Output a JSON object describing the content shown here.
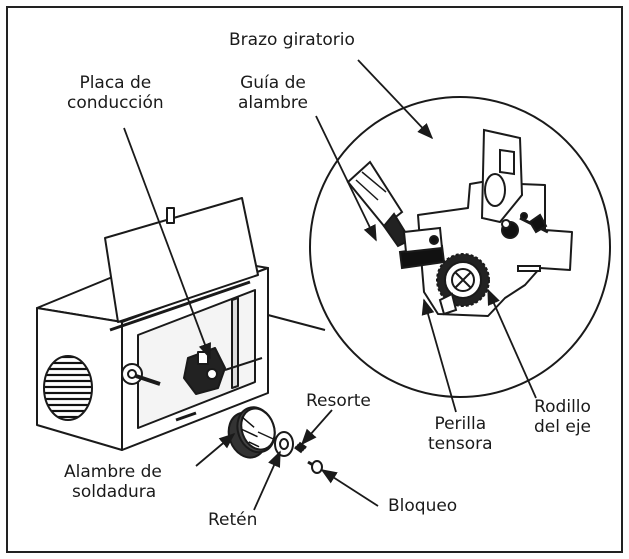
{
  "labels": {
    "swing_arm": "Brazo giratorio",
    "drive_plate": {
      "line1": "Placa de",
      "line2": "conducción"
    },
    "wire_guide": {
      "line1": "Guía de",
      "line2": "alambre"
    },
    "spring": "Resorte",
    "welding_wire": {
      "line1": "Alambre de",
      "line2": "soldadura"
    },
    "retainer": "Retén",
    "lock": "Bloqueo",
    "tension_knob": {
      "line1": "Perilla",
      "line2": "tensora"
    },
    "drive_roller": {
      "line1": "Rodillo",
      "line2": "del eje"
    }
  },
  "colors": {
    "line": "#1a1a1a",
    "frame": "#222222",
    "background": "#ffffff"
  }
}
